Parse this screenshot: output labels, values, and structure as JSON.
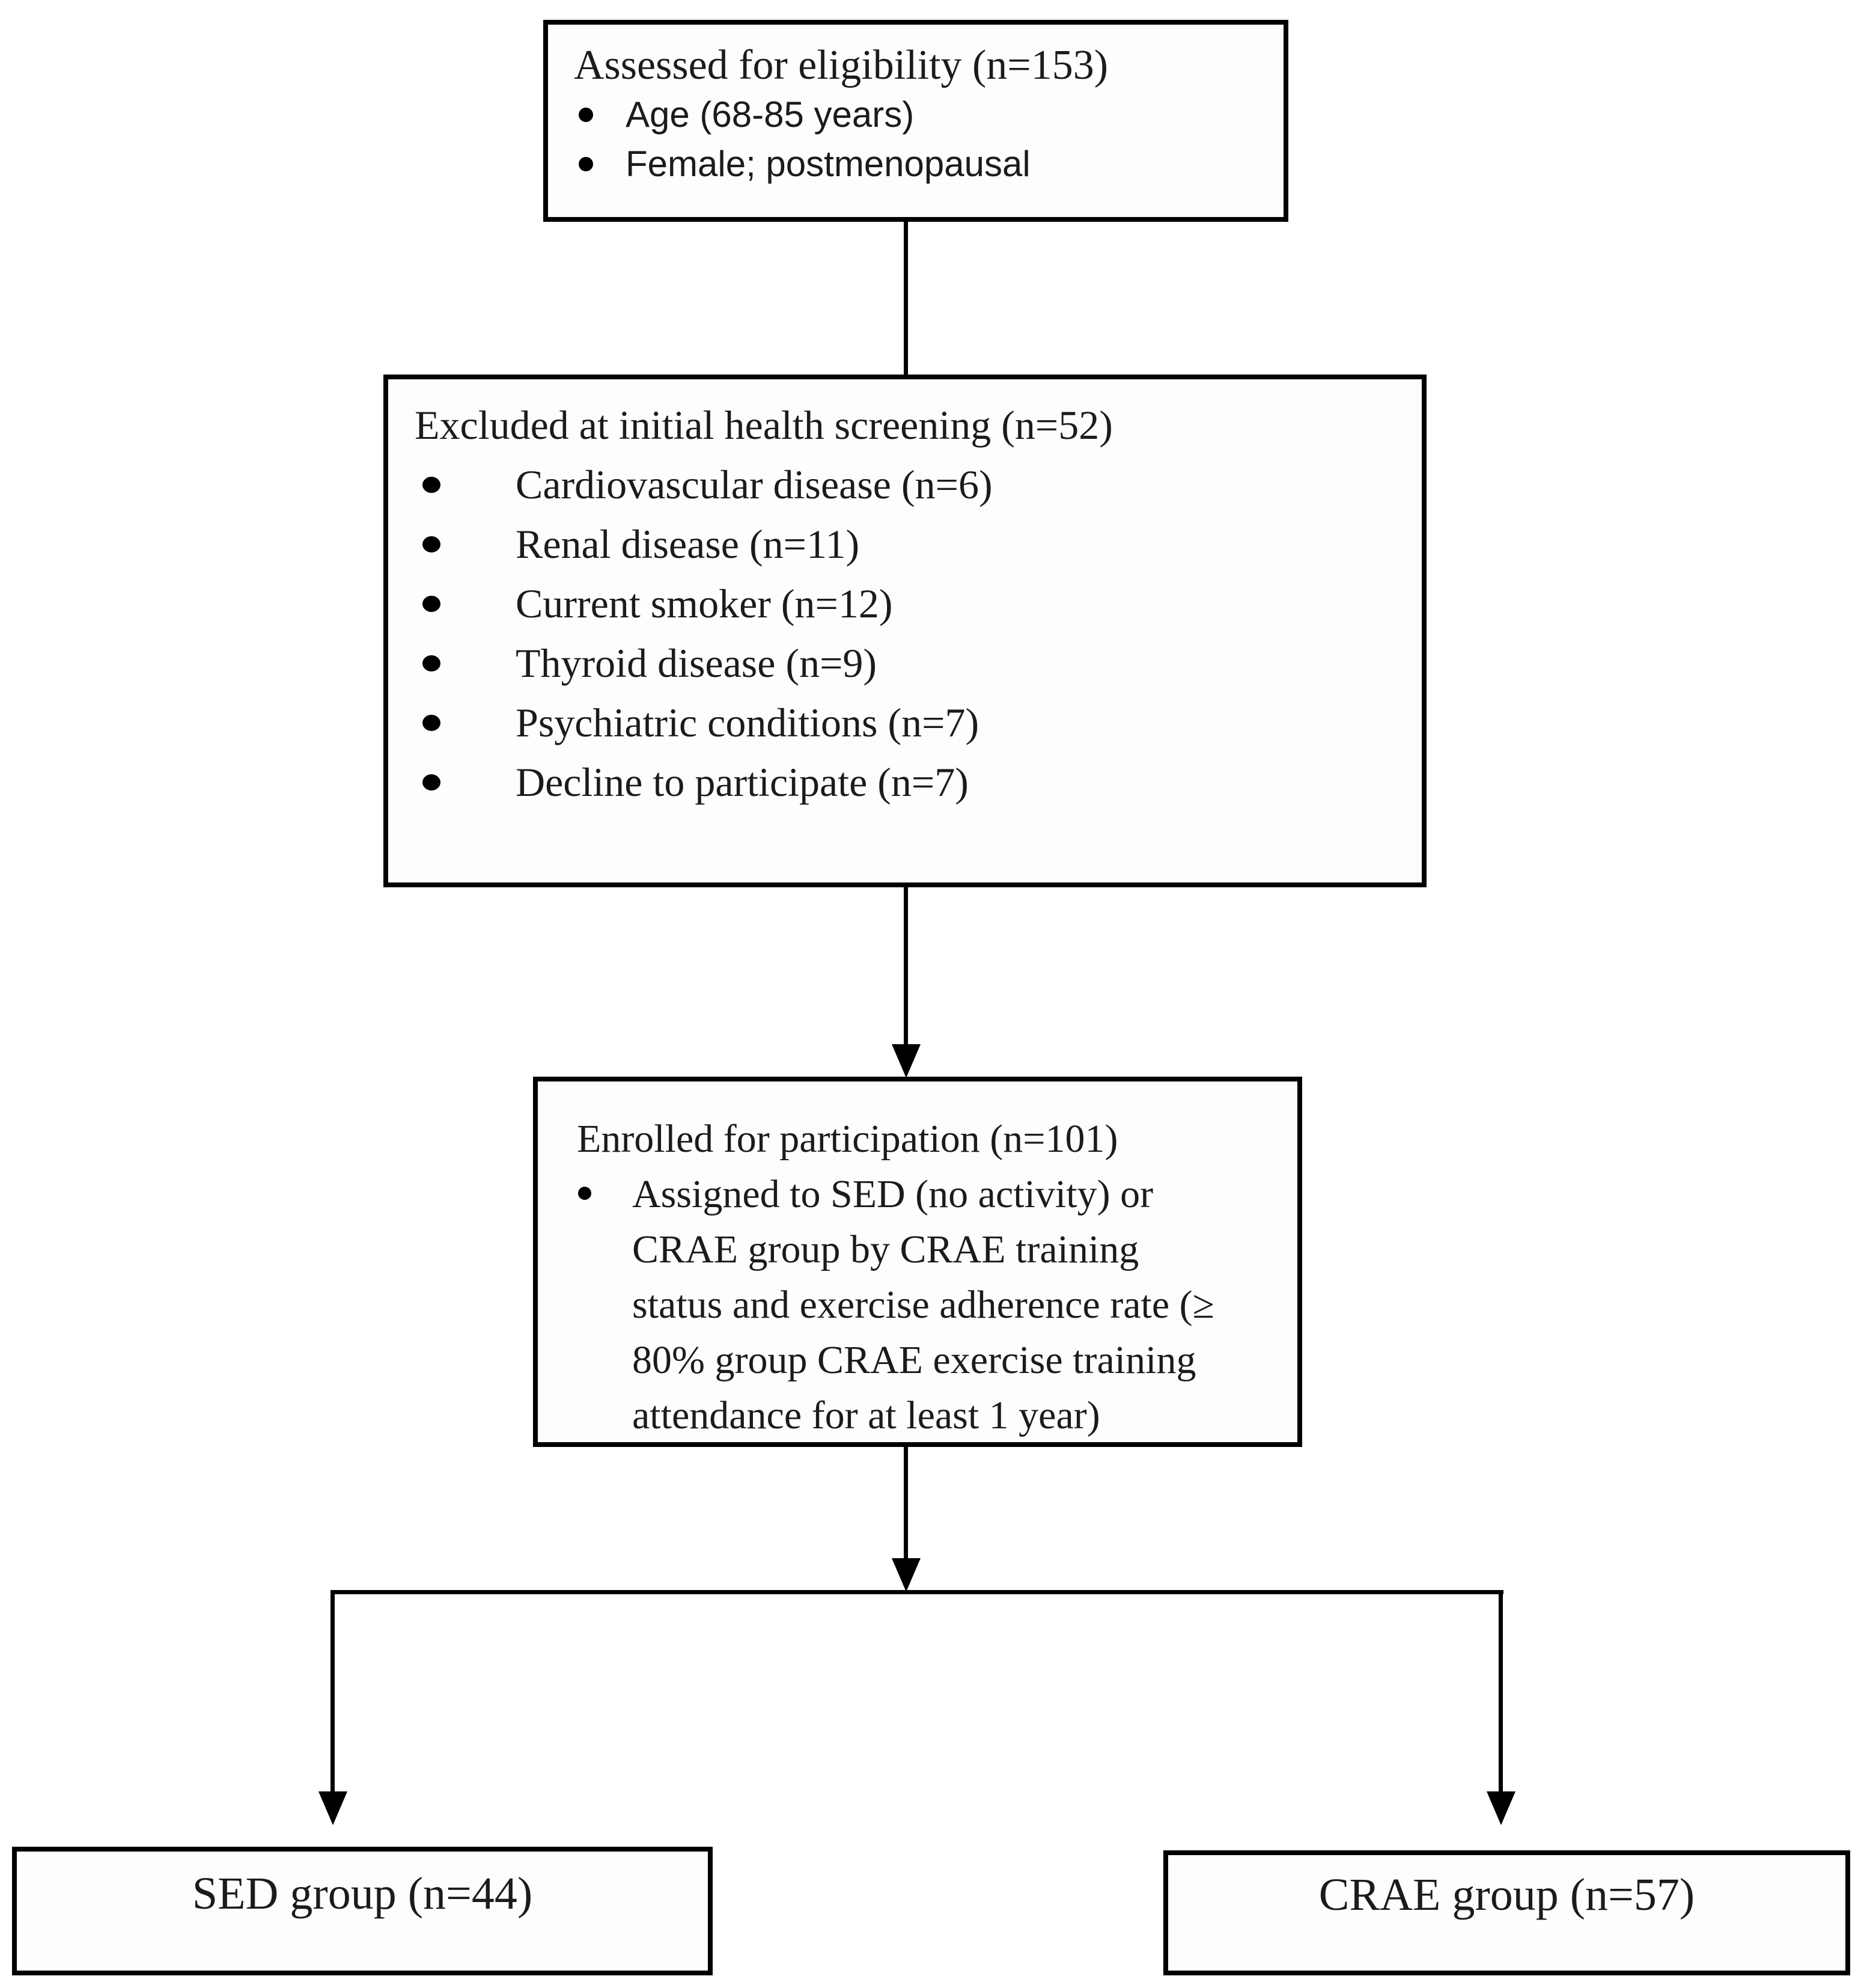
{
  "diagram": {
    "type": "participant-flow-chart",
    "colors": {
      "line": "#000000",
      "background": "#ffffff",
      "text": "#1b1b1b"
    },
    "boxes": {
      "eligibility": {
        "title": "Assessed for eligibility (n=153)",
        "bullets": [
          "Age (68-85 years)",
          "Female; postmenopausal"
        ]
      },
      "excluded": {
        "title": "Excluded at initial health screening (n=52)",
        "bullets": [
          "Cardiovascular disease (n=6)",
          "Renal disease (n=11)",
          "Current smoker (n=12)",
          "Thyroid disease (n=9)",
          "Psychiatric conditions (n=7)",
          "Decline to participate (n=7)"
        ]
      },
      "enrolled": {
        "title": "Enrolled for participation (n=101)",
        "bullets": [
          "Assigned to SED (no activity) or\nCRAE group by CRAE training\nstatus and exercise adherence rate (≥\n80% group CRAE exercise training\nattendance for at least 1 year)"
        ]
      },
      "sed": {
        "title": "SED group (n=44)"
      },
      "crae": {
        "title": "CRAE group (n=57)"
      }
    },
    "flow": [
      "eligibility -> excluded",
      "excluded -> enrolled",
      "enrolled -> split",
      "split -> sed",
      "split -> crae"
    ]
  }
}
